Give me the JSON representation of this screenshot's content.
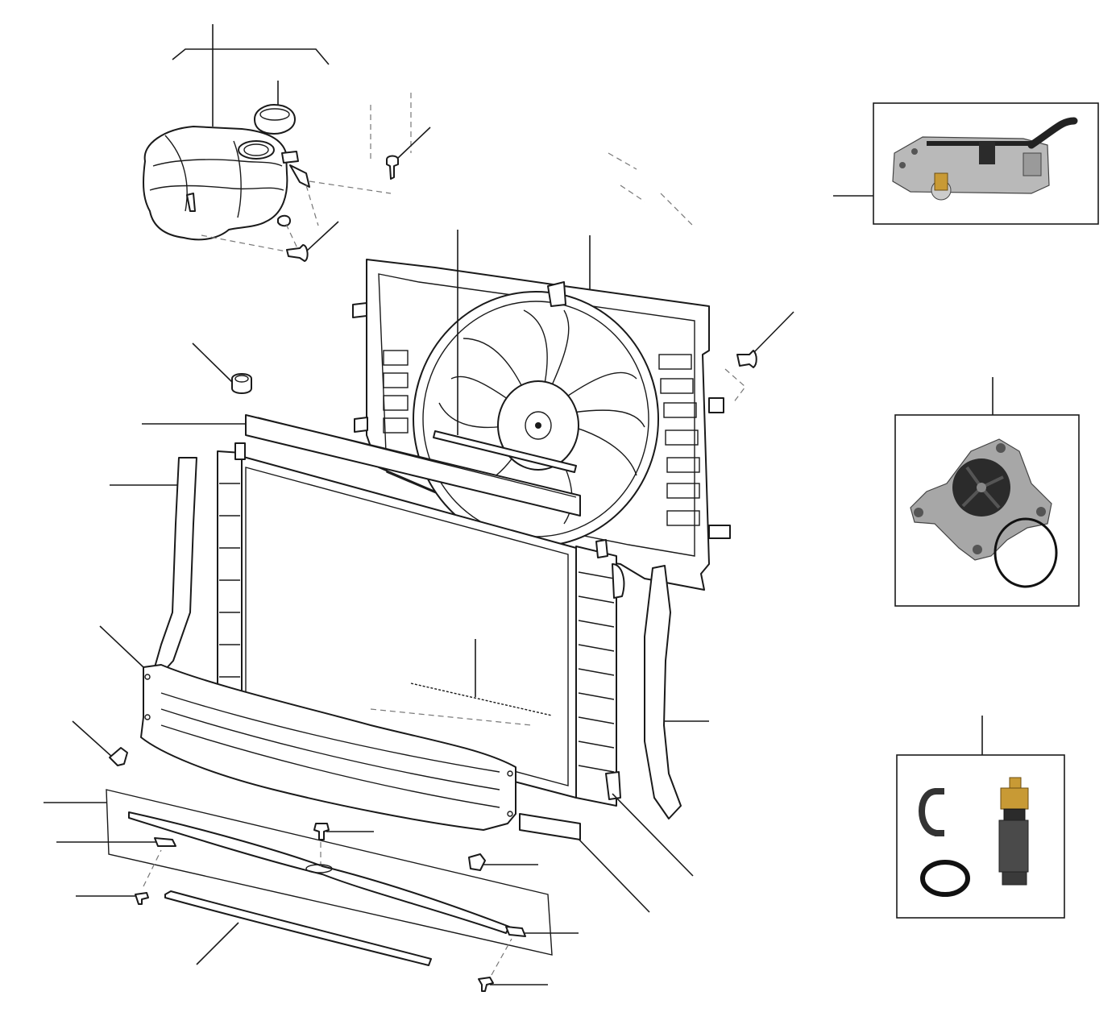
{
  "diagram": {
    "subject": "cooling-system-exploded-view",
    "line_color": "#1a1a1a",
    "background_color": "#ffffff",
    "parts": [
      {
        "id": "expansion-tank",
        "icon": "coolant-tank-icon"
      },
      {
        "id": "filler-cap",
        "icon": "cap-icon"
      },
      {
        "id": "tank-bolt-upper",
        "icon": "bolt-icon"
      },
      {
        "id": "tank-bolt-lower",
        "icon": "bolt-icon"
      },
      {
        "id": "cooling-fan-shroud",
        "icon": "fan-icon"
      },
      {
        "id": "shroud-bolt",
        "icon": "bolt-icon"
      },
      {
        "id": "rubber-mount",
        "icon": "grommet-icon"
      },
      {
        "id": "upper-foam-seal",
        "icon": "seal-icon"
      },
      {
        "id": "left-side-seal",
        "icon": "seal-icon"
      },
      {
        "id": "right-side-seal",
        "icon": "seal-icon"
      },
      {
        "id": "radiator",
        "icon": "radiator-icon"
      },
      {
        "id": "radiator-seal-strip",
        "icon": "seal-icon"
      },
      {
        "id": "lower-cross-member",
        "icon": "bracket-icon"
      },
      {
        "id": "lower-foam-seal",
        "icon": "seal-icon"
      },
      {
        "id": "deflector-panel",
        "icon": "panel-icon"
      },
      {
        "id": "rubber-strip",
        "icon": "strip-icon"
      },
      {
        "id": "clip",
        "icon": "clip-icon"
      },
      {
        "id": "screw",
        "icon": "screw-icon"
      },
      {
        "id": "thermostat-housing",
        "icon": "thermostat-icon"
      },
      {
        "id": "water-pump",
        "icon": "water-pump-icon"
      },
      {
        "id": "coolant-temperature-sensor",
        "icon": "sensor-icon"
      }
    ]
  }
}
